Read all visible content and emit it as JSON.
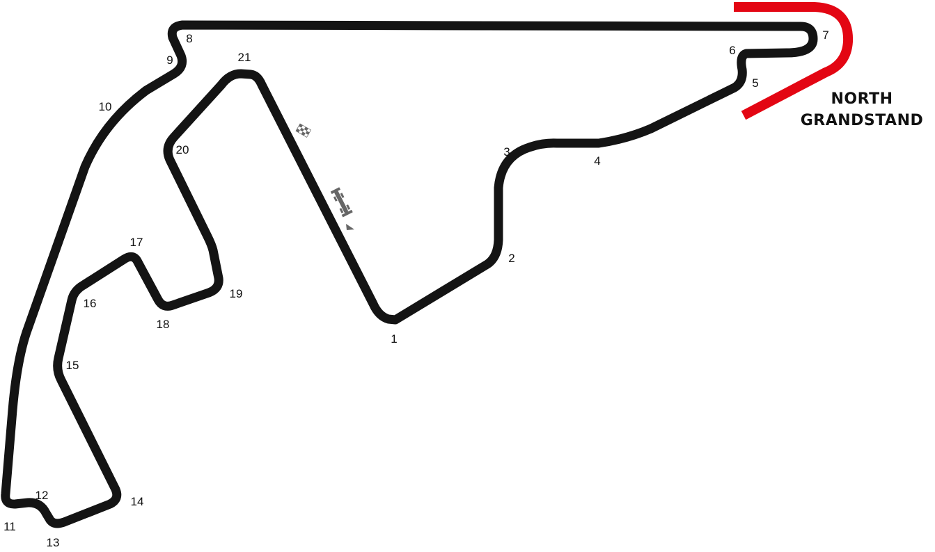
{
  "circuit": {
    "track_color": "#141414",
    "grandstand_color": "#e30613",
    "marker_color": "#666666",
    "turns": [
      "1",
      "2",
      "3",
      "4",
      "5",
      "6",
      "7",
      "8",
      "9",
      "10",
      "11",
      "12",
      "13",
      "14",
      "15",
      "16",
      "17",
      "18",
      "19",
      "20",
      "21"
    ]
  },
  "grandstand": {
    "line1": "NORTH",
    "line2": "GRANDSTAND"
  },
  "icons": {
    "start_finish": "checkered-flag-icon",
    "car": "race-car-icon",
    "direction": "direction-arrow-icon"
  }
}
